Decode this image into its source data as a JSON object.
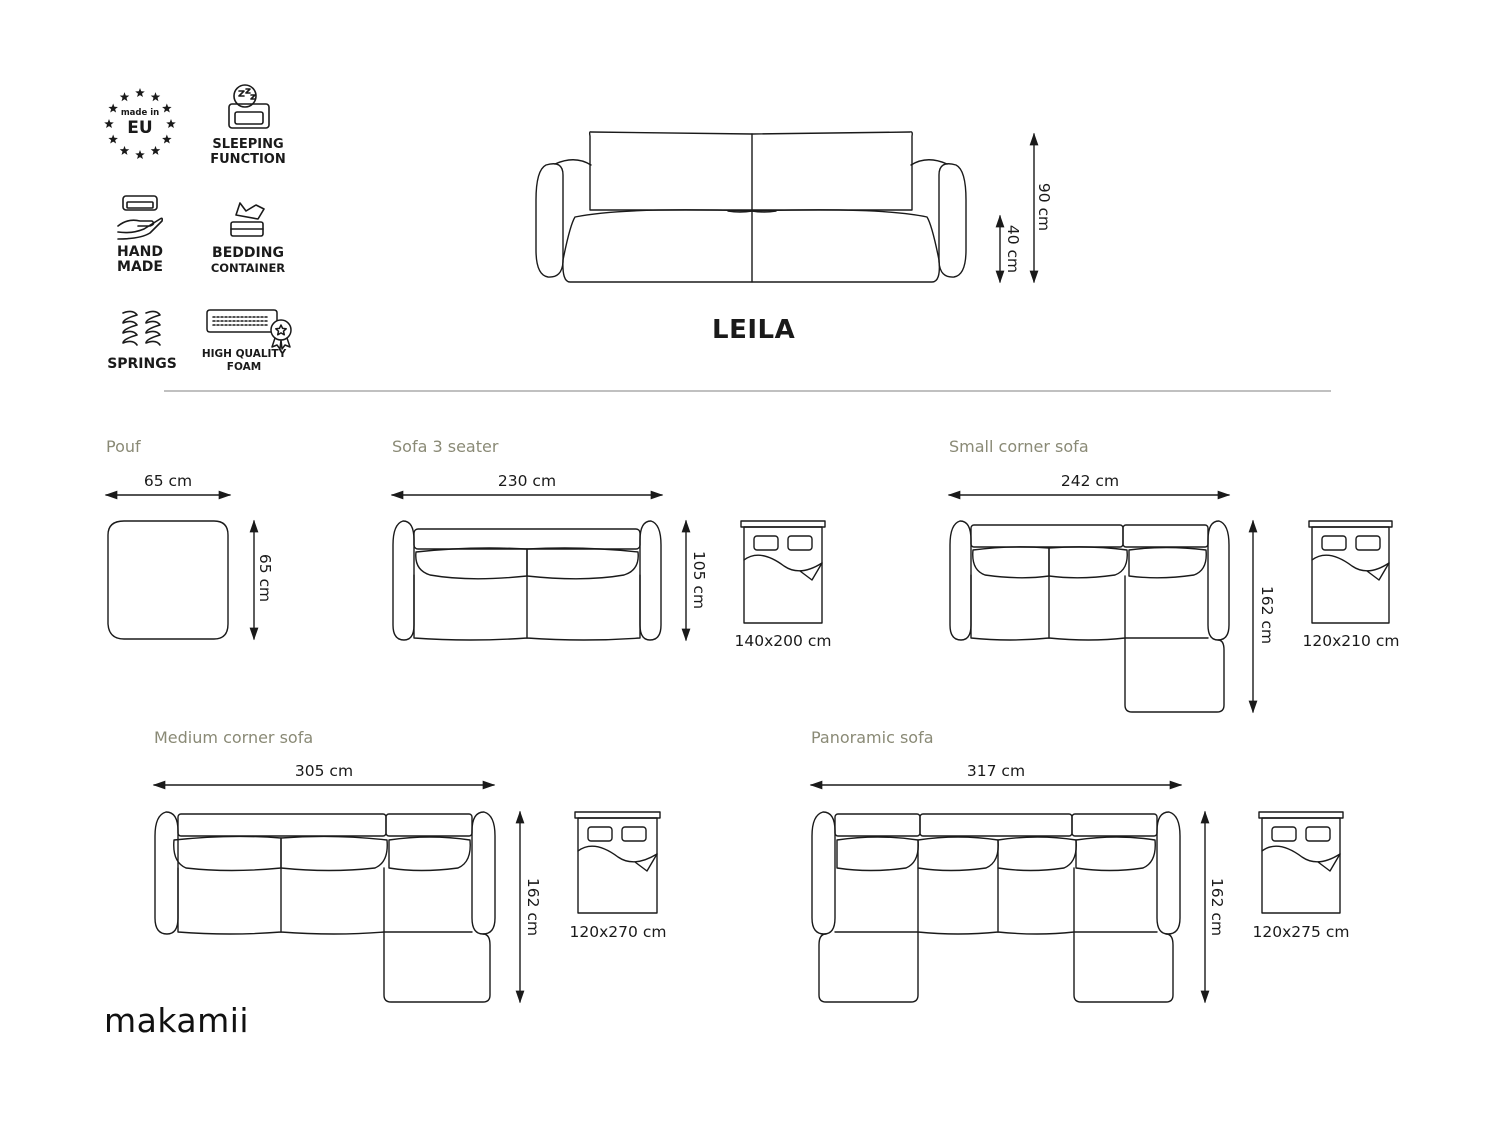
{
  "features": [
    {
      "id": "made-in-eu",
      "icon": "eu-stars-icon",
      "badge_small": "made in",
      "badge_big": "EU"
    },
    {
      "id": "sleeping",
      "icon": "sleeping-icon",
      "line1": "SLEEPING",
      "line2": "FUNCTION"
    },
    {
      "id": "hand-made",
      "icon": "hand-sofa-icon",
      "line1": "HAND",
      "line2": "MADE"
    },
    {
      "id": "bedding",
      "icon": "bedding-icon",
      "line1": "BEDDING",
      "line2": "CONTAINER"
    },
    {
      "id": "springs",
      "icon": "springs-icon",
      "line1": "SPRINGS"
    },
    {
      "id": "foam",
      "icon": "foam-icon",
      "line1": "HIGH QUALITY",
      "line2": "FOAM"
    }
  ],
  "product": {
    "name": "LEILA",
    "front_height": "90 cm",
    "seat_height": "40 cm"
  },
  "variants": {
    "pouf": {
      "title": "Pouf",
      "width": "65 cm",
      "depth": "65 cm"
    },
    "sofa3": {
      "title": "Sofa 3 seater",
      "width": "230 cm",
      "depth": "105 cm",
      "bed": "140x200 cm"
    },
    "small_corner": {
      "title": "Small corner sofa",
      "width": "242 cm",
      "depth": "162 cm",
      "bed": "120x210 cm"
    },
    "medium_corner": {
      "title": "Medium corner sofa",
      "width": "305 cm",
      "depth": "162 cm",
      "bed": "120x270 cm"
    },
    "panoramic": {
      "title": "Panoramic sofa",
      "width": "317 cm",
      "depth": "162 cm",
      "bed": "120x275 cm"
    }
  },
  "brand": "makamii",
  "colors": {
    "title_gray": "#8a8a76",
    "divider": "#9a9a9a",
    "ink": "#1a1a1a"
  }
}
